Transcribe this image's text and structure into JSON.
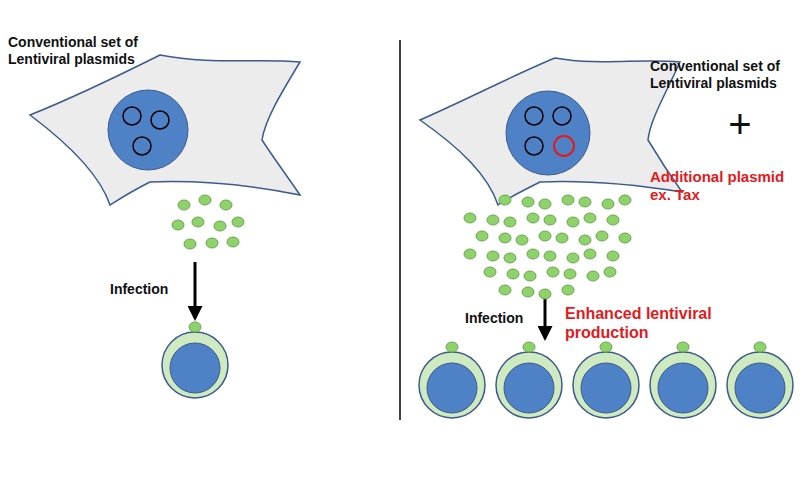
{
  "diagram": {
    "labels": [
      "Conventional set of Lentiviral plasmids",
      "Infection",
      "Conventional set of Lentiviral plasmids",
      "+",
      "Additional plasmid ex. Tax",
      "Infection",
      "Enhanced lentiviral production"
    ]
  }
}
